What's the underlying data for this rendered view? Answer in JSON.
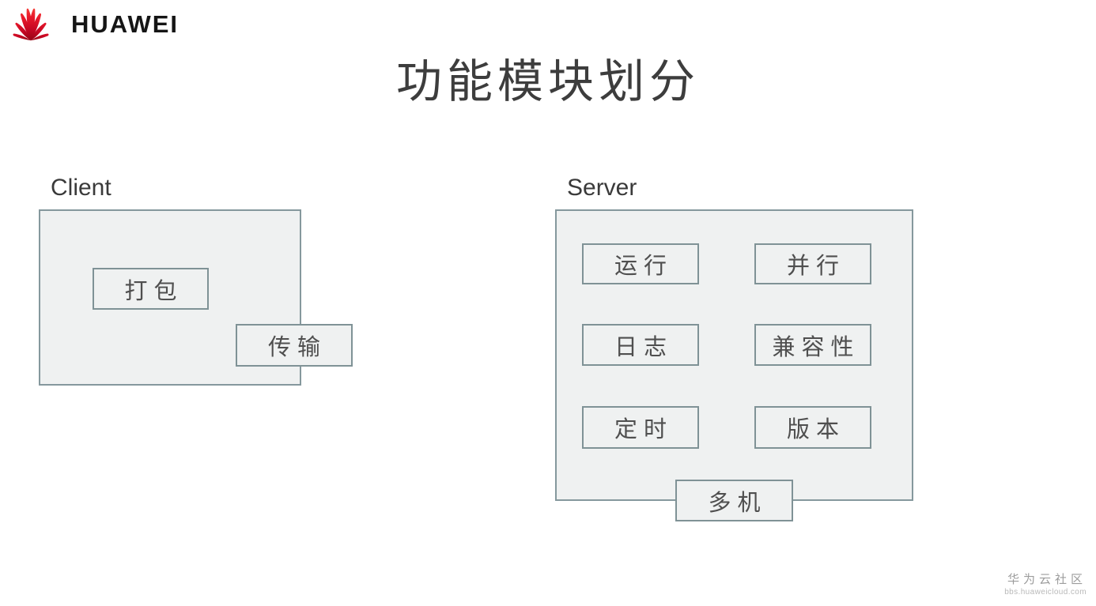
{
  "logo": {
    "brand": "HUAWEI",
    "icon": "huawei-flower-icon",
    "brand_color": "#151515",
    "petal_color": "#ce0e2d"
  },
  "title": "功能模块划分",
  "diagram": {
    "client": {
      "label": "Client",
      "modules": [
        {
          "label": "打包"
        },
        {
          "label": "传输"
        }
      ]
    },
    "server": {
      "label": "Server",
      "modules": [
        {
          "label": "运行"
        },
        {
          "label": "并行"
        },
        {
          "label": "日志"
        },
        {
          "label": "兼容性"
        },
        {
          "label": "定时"
        },
        {
          "label": "版本"
        },
        {
          "label": "多机"
        }
      ]
    }
  },
  "watermark": {
    "community": "华为云社区",
    "url": "bbs.huaweicloud.com"
  },
  "colors": {
    "box_fill": "#eff1f1",
    "box_border": "#85989d",
    "module_border": "#7f9296",
    "title_text": "#3d3d3d",
    "module_text": "#4f4f4f",
    "watermark_text": "#9c9c9c"
  }
}
